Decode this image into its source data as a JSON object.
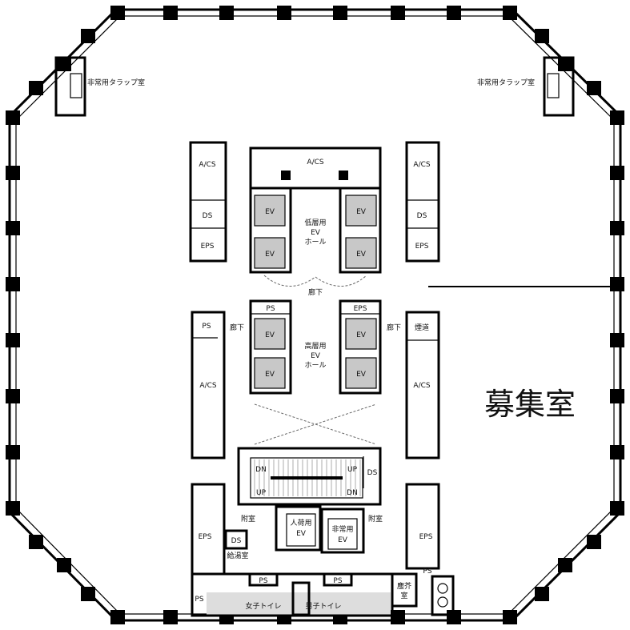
{
  "labels": {
    "tarap_left": "非常用タラップ室",
    "tarap_right": "非常用タラップ室",
    "acs_top": "A/CS",
    "acs_left_top": "A/CS",
    "acs_right_top": "A/CS",
    "ds_left": "DS",
    "ds_right": "DS",
    "eps_left_top": "EPS",
    "eps_right_top": "EPS",
    "low_ev_hall": [
      "低層用",
      "EV",
      "ホール"
    ],
    "high_ev_hall": [
      "高層用",
      "EV",
      "ホール"
    ],
    "ev": "EV",
    "corridor_center": "廊下",
    "corridor_left": "廊下",
    "corridor_right": "廊下",
    "ps_center": "PS",
    "eps_center": "EPS",
    "ps_left": "PS",
    "flue_right": "煙道",
    "acs_left_mid": "A/CS",
    "acs_right_mid": "A/CS",
    "vacancy": "募集室",
    "dn": "DN",
    "up": "UP",
    "ds_stair": "DS",
    "anteroom_left": "附室",
    "anteroom_right": "附室",
    "freight_ev": [
      "人荷用",
      "EV"
    ],
    "emergency_ev": [
      "非常用",
      "EV"
    ],
    "eps_left_bottom": "EPS",
    "eps_right_bottom": "EPS",
    "ds_bottom": "DS",
    "kitchenette": "給湯室",
    "ps_wc_left": "PS",
    "ps_wc_right": "PS",
    "ps_bottom_left": "PS",
    "ps_bottom_right": "PS",
    "womens_toilet": "女子トイレ",
    "mens_toilet": "男子トイレ",
    "trash_room": [
      "塵芥",
      "室"
    ]
  }
}
